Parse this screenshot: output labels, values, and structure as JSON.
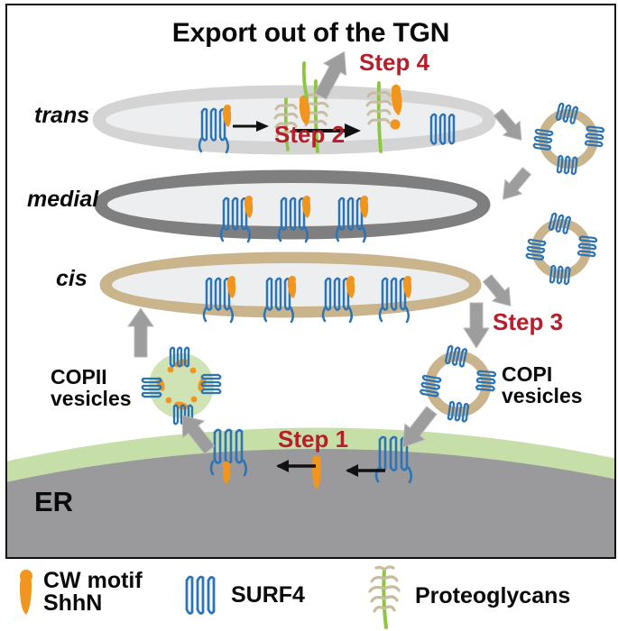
{
  "diagram": {
    "title": "Export out of the TGN",
    "er_label": "ER",
    "steps": [
      {
        "id": "step1",
        "label": "Step 1"
      },
      {
        "id": "step2",
        "label": "Step 2"
      },
      {
        "id": "step3",
        "label": "Step 3"
      },
      {
        "id": "step4",
        "label": "Step 4"
      }
    ],
    "cisternae": [
      {
        "id": "trans",
        "label": "trans",
        "ring_color": "#d4d4d4",
        "lumen_color": "#eceef0"
      },
      {
        "id": "medial",
        "label": "medial",
        "ring_color": "#7f7f7f",
        "lumen_color": "#eceef0"
      },
      {
        "id": "cis",
        "label": "cis",
        "ring_color": "#c9b48c",
        "lumen_color": "#eceef0"
      }
    ],
    "vesicles": [
      {
        "id": "copii",
        "label": "COPII\nvesicles",
        "ring_color": "#c9b48c",
        "fill_color": "#cfe3b4",
        "cargo_count": 4
      },
      {
        "id": "copi",
        "label": "COPI\nvesicles",
        "ring_color": "#c9b48c",
        "fill_color": "none",
        "cargo_count": 4
      },
      {
        "id": "vesicle-trans-out",
        "label": "",
        "ring_color": "#c9b48c",
        "fill_color": "none",
        "cargo_count": 4
      },
      {
        "id": "vesicle-medial-out",
        "label": "",
        "ring_color": "#c9b48c",
        "fill_color": "none",
        "cargo_count": 4
      }
    ],
    "er": {
      "membrane_color": "#c6dfa8",
      "body_color": "#9a9a9c"
    }
  },
  "legend": {
    "items": [
      {
        "id": "cw-motif",
        "label": "CW motif\nShhN",
        "icon": "cw-motif-icon",
        "color": "#f0951e"
      },
      {
        "id": "surf4",
        "label": "SURF4",
        "icon": "surf4-icon",
        "color": "#2c74b8"
      },
      {
        "id": "proteoglycans",
        "label": "Proteoglycans",
        "icon": "proteoglycan-icon",
        "color": "#c9bda0"
      }
    ]
  },
  "colors": {
    "step_red": "#b51f2b",
    "surf4_blue": "#2c74b8",
    "cw_orange": "#f0951e",
    "pg_stem_green": "#8cc63f",
    "pg_chain_tan": "#c9bda0",
    "arrow_gray": "#9d9d9d",
    "text_black": "#0a0a0a"
  }
}
